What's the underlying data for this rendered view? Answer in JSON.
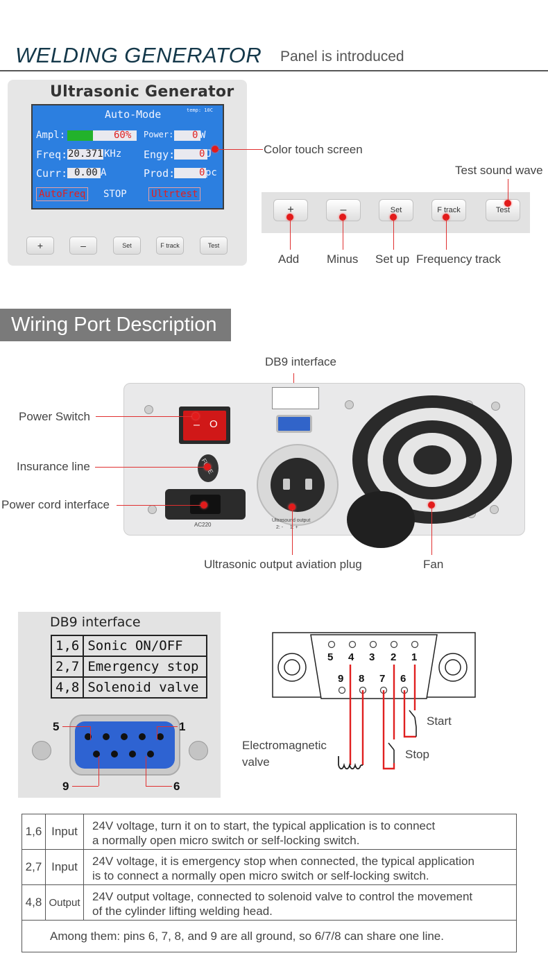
{
  "header": {
    "title": "WELDING GENERATOR",
    "subtitle": "Panel is introduced"
  },
  "generator": {
    "panel_title": "Ultrasonic Generator",
    "lcd": {
      "mode": "Auto-Mode",
      "temp": "temp: 10C",
      "ampl_label": "Ampl:",
      "ampl_value": "60",
      "ampl_unit": "%",
      "ampl_level": 0.6,
      "power_label": "Power:",
      "power_value": "0",
      "power_unit": "W",
      "freq_label": "Freq:",
      "freq_value": "20.371",
      "freq_unit": "KHz",
      "engy_label": "Engy:",
      "engy_value": "0",
      "engy_unit": "J",
      "curr_label": "Curr:",
      "curr_value": "0.00",
      "curr_unit": "A",
      "prod_label": "Prod:",
      "prod_value": "0",
      "prod_unit": "pc",
      "btn_autofreq": "AutoFreq",
      "status": "STOP",
      "btn_ultrtest": "Ultrtest"
    },
    "buttons": [
      "+",
      "–",
      "Set",
      "F track",
      "Test"
    ],
    "callout_screen": "Color touch screen"
  },
  "strip": {
    "buttons": [
      "+",
      "–",
      "Set",
      "F track",
      "Test"
    ],
    "labels": {
      "add": "Add",
      "minus": "Minus",
      "setup": "Set up",
      "ftrack": "Frequency track",
      "test": "Test sound wave"
    }
  },
  "wiring": {
    "title": "Wiring Port Description",
    "callouts": {
      "db9": "DB9 interface",
      "power_switch": "Power Switch",
      "insurance": "Insurance line",
      "power_cord": "Power cord interface",
      "output_plug": "Ultrasonic output aviation plug",
      "fan": "Fan"
    },
    "panel_marks": {
      "fuse": "FUSE",
      "ac": "AC220",
      "output": "Ultrasound output",
      "output_pins": "2: -     1: +",
      "switch_on": "–",
      "switch_off": "O"
    }
  },
  "db9": {
    "title": "DB9 interface",
    "rows": [
      {
        "pins": "1,6",
        "function": "Sonic ON/OFF"
      },
      {
        "pins": "2,7",
        "function": "Emergency stop"
      },
      {
        "pins": "4,8",
        "function": "Solenoid valve"
      }
    ],
    "pin_labels": {
      "p5": "5",
      "p1": "1",
      "p9": "9",
      "p6": "6"
    }
  },
  "diagram": {
    "top_pins": [
      "5",
      "4",
      "3",
      "2",
      "1"
    ],
    "bottom_pins": [
      "9",
      "8",
      "7",
      "6"
    ],
    "label_valve_1": "Electromagnetic",
    "label_valve_2": "valve",
    "label_stop": "Stop",
    "label_start": "Start"
  },
  "pin_table": {
    "rows": [
      {
        "pins": "1,6",
        "type": "Input",
        "desc1": "24V voltage, turn it on to start, the typical application is to connect",
        "desc2": "a normally open micro switch or self-locking switch."
      },
      {
        "pins": "2,7",
        "type": "Input",
        "desc1": "24V voltage, it is emergency stop when connected, the typical application",
        "desc2": "is to connect a normally open micro switch or self-locking switch."
      },
      {
        "pins": "4,8",
        "type": "Output",
        "desc1": "24V output voltage, connected to solenoid valve to control the movement",
        "desc2": "of the cylinder lifting welding head."
      }
    ],
    "note": "Among them: pins 6, 7, 8, and 9 are all ground, so 6/7/8 can share one line."
  }
}
